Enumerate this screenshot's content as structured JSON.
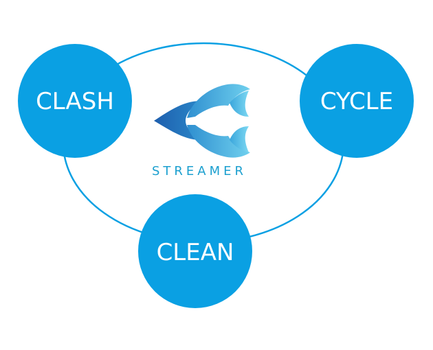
{
  "colors": {
    "node_fill": "#0aa0e3",
    "ring_stroke": "#0aa0e3",
    "logo_dark": "#1e63ad",
    "logo_light": "#5bc8ea",
    "logo_text": "#1b9fcf"
  },
  "nodes": {
    "clash": {
      "label": "CLASH"
    },
    "cycle": {
      "label": "CYCLE"
    },
    "clean": {
      "label": "CLEAN"
    }
  },
  "logo": {
    "icon": "streamer-logo-icon",
    "wordmark": "STREAMER"
  }
}
